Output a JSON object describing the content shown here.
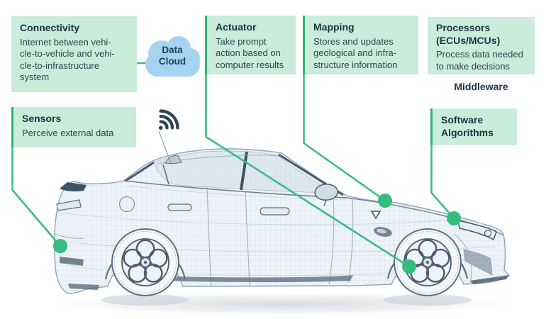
{
  "colors": {
    "callout_bg": "#c9ecdb",
    "callout_accent_border": "#2eb374",
    "leader_line": "#3dbd82",
    "connector_dot": "#36bc7e",
    "cloud_fill": "#a5d3f0",
    "title_text": "#1e3240",
    "body_text": "#34434f"
  },
  "cloud": {
    "icon": "data-cloud-icon",
    "label": "Data\nCloud"
  },
  "antenna": {
    "icon": "wifi-signal-icon"
  },
  "illustration": {
    "subject": "wireframe-sedan-car-side-view"
  },
  "callouts": {
    "connectivity": {
      "title": "Connectivity",
      "body": "Internet between vehi-\ncle-to-vehicle and vehi-\ncle-to-infrastructure\nsystem"
    },
    "actuator": {
      "title": "Actuator",
      "body": "Take prompt\naction based on\ncomputer results"
    },
    "mapping": {
      "title": "Mapping",
      "body": "Stores and updates\ngeological and infra-\nstructure information"
    },
    "processors": {
      "title": "Processors\n(ECUs/MCUs)",
      "body": "Process data needed\nto make decisions"
    },
    "middleware": {
      "title": "Middleware"
    },
    "sensors": {
      "title": "Sensors",
      "body": "Perceive external data"
    },
    "software_algorithms": {
      "title": "Software\nAlgorithms"
    }
  }
}
